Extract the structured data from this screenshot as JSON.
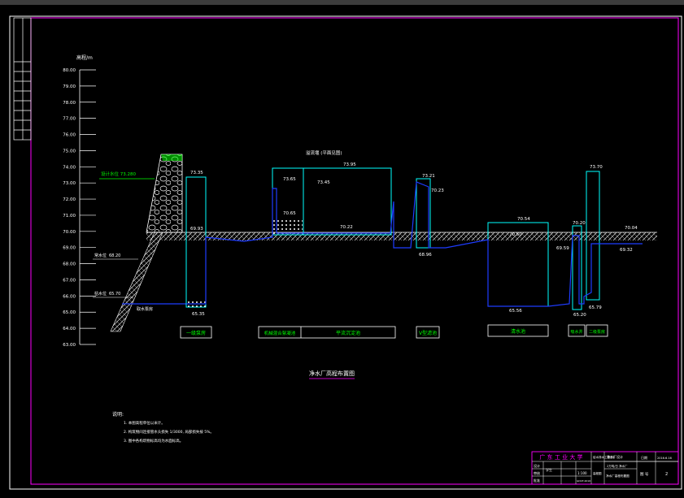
{
  "elevation_axis": {
    "unit_label": "高程/m",
    "ticks": [
      "80.00",
      "79.00",
      "78.00",
      "77.00",
      "76.00",
      "75.00",
      "74.00",
      "73.00",
      "72.00",
      "71.00",
      "70.00",
      "69.00",
      "68.00",
      "67.00",
      "66.00",
      "65.00",
      "64.00",
      "63.00"
    ]
  },
  "water_levels": {
    "intake_level": "设计水位 73.280",
    "normal_level": "常水位",
    "normal_value": "68.20",
    "low_level": "枯水位",
    "low_value": "65.70",
    "pump_label": "取水泵房"
  },
  "elevation_labels": {
    "intake_top": "73.35",
    "intake_mid": "69.93",
    "intake_bottom": "65.35",
    "weir_note": "溢流堰 (平面见图)",
    "floc_top": "73.95",
    "floc_a": "73.65",
    "floc_b": "73.45",
    "floc_c": "70.65",
    "floc_ground": "70.22",
    "v_top": "73.21",
    "v_mid": "70.23",
    "v_bottom": "68.96",
    "clear_top": "70.54",
    "clear_a": "70.50",
    "clear_bottom": "65.56",
    "p2_top": "70.20",
    "p2_left": "69.59",
    "p2_bottom": "65.20",
    "p2_high": "73.70",
    "p2_low": "65.79",
    "out_ground": "70.04",
    "out_level": "69.32"
  },
  "structures": [
    {
      "label": "一级泵房"
    },
    {
      "label": "机械混合絮凝池"
    },
    {
      "label": "平流沉淀池"
    },
    {
      "label": "V型滤池"
    },
    {
      "label": "清水池"
    },
    {
      "label": "吸水井"
    },
    {
      "label": "二级泵房"
    }
  ],
  "drawing_title": "净水厂高程布置图",
  "notes": {
    "heading": "说明:",
    "items": [
      "1. 本图高程单位以米计。",
      "2. 构筑物间连接管水头损失 1/3000, 局部损失按 5%。",
      "3. 图中各构筑物标高均为水面标高。"
    ]
  },
  "title_block": {
    "university": "广 东 工 业 大 学",
    "project_label": "给水排水工程设计",
    "project_name": "净水厂设计",
    "project_sub": "2万吨/日 净水厂",
    "designer": "设计",
    "checker": "审核",
    "approver": "批准",
    "student": "学生",
    "scale": "1:100",
    "drawing_name": "净水厂高程布置图",
    "drawing_no_label": "图 号",
    "drawing_no": "2",
    "date_label": "日期",
    "date_value": "2016.6.16",
    "name_cn": "高程图",
    "code": "GDUT-2016"
  },
  "colors": {
    "background": "#000000",
    "frame": "#ff00ff",
    "structure": "#00ffff",
    "label": "#00ff00",
    "water": "#1e3cff",
    "text": "#ffffff"
  }
}
